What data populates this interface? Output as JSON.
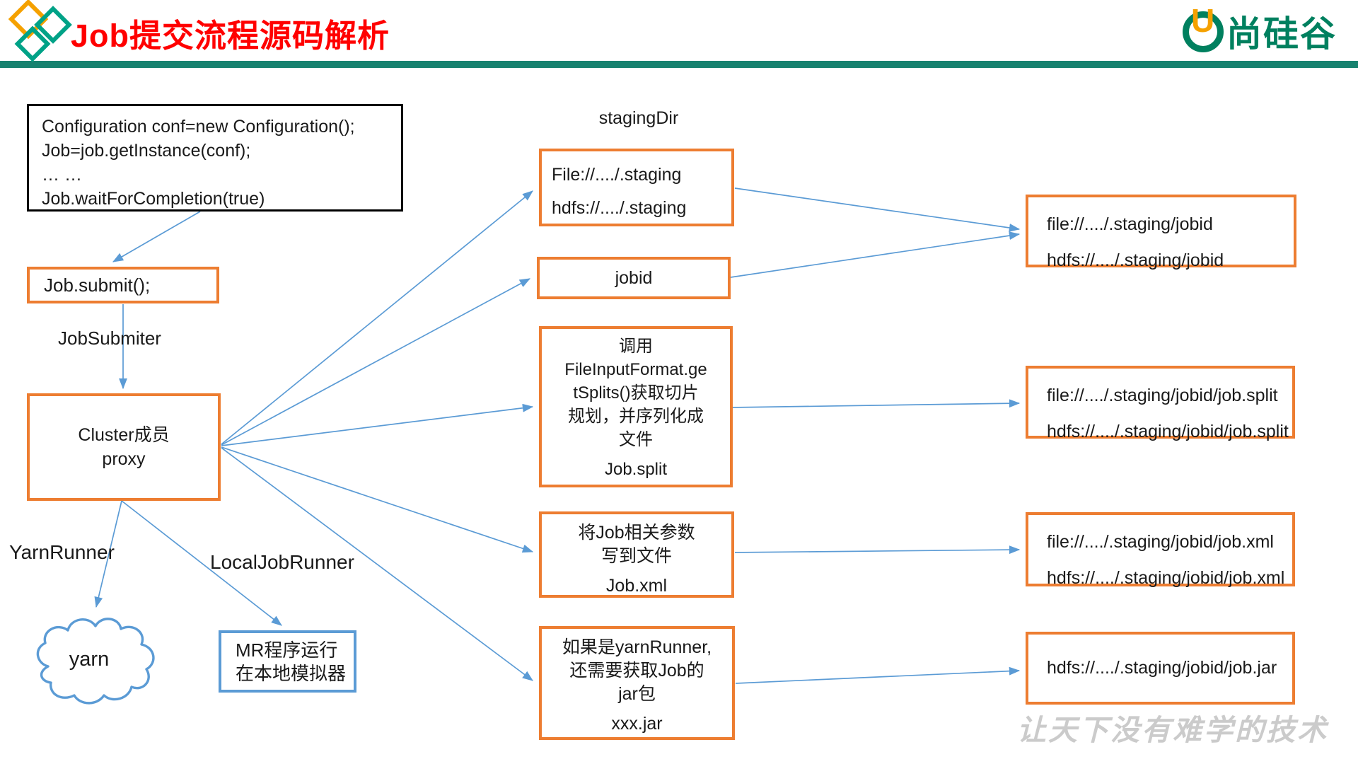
{
  "header": {
    "title": "Job提交流程源码解析",
    "brand": "尚硅谷",
    "brand_u": "U"
  },
  "colors": {
    "title_red": "#FF0000",
    "teal_bar": "#17826F",
    "brand_green": "#00805F",
    "logo_orange": "#F5A100",
    "box_orange": "#ED7D31",
    "arrow_blue": "#5B9BD5",
    "watermark_gray": "#CBCBCB"
  },
  "nodes": {
    "code_box": {
      "lines": [
        "Configuration conf=new Configuration();",
        "Job=job.getInstance(conf);",
        "… …",
        "Job.waitForCompletion(true)"
      ]
    },
    "submit_box": {
      "label": "Job.submit();"
    },
    "cluster_box": {
      "lines": [
        "Cluster成员",
        "proxy"
      ]
    },
    "yarn_cloud": {
      "label": "yarn"
    },
    "mr_box": {
      "lines": [
        "MR程序运行",
        "在本地模拟器"
      ]
    },
    "staging_box": {
      "lines": [
        "File://..../.staging",
        "hdfs://..../.staging"
      ]
    },
    "jobid_box": {
      "label": "jobid"
    },
    "split_box": {
      "lines": [
        "调用",
        "FileInputFormat.ge",
        "tSplits()获取切片",
        "规划，并序列化成",
        "文件"
      ],
      "file": "Job.split"
    },
    "xml_box": {
      "lines": [
        "将Job相关参数",
        "写到文件"
      ],
      "file": "Job.xml"
    },
    "jar_box": {
      "lines": [
        "如果是yarnRunner,",
        "还需要获取Job的",
        "jar包"
      ],
      "file": "xxx.jar"
    },
    "right_staging_jobid": {
      "lines": [
        "file://..../.staging/jobid",
        "hdfs://..../.staging/jobid"
      ]
    },
    "right_job_split": {
      "lines": [
        "file://..../.staging/jobid/job.split",
        "hdfs://..../.staging/jobid/job.split"
      ]
    },
    "right_job_xml": {
      "lines": [
        "file://..../.staging/jobid/job.xml",
        "hdfs://..../.staging/jobid/job.xml"
      ]
    },
    "right_job_jar": {
      "lines": [
        "hdfs://..../.staging/jobid/job.jar"
      ]
    }
  },
  "labels": {
    "job_submiter": "JobSubmiter",
    "yarn_runner": "YarnRunner",
    "local_job_runner": "LocalJobRunner",
    "staging_dir": "stagingDir"
  },
  "watermark": "让天下没有难学的技术"
}
